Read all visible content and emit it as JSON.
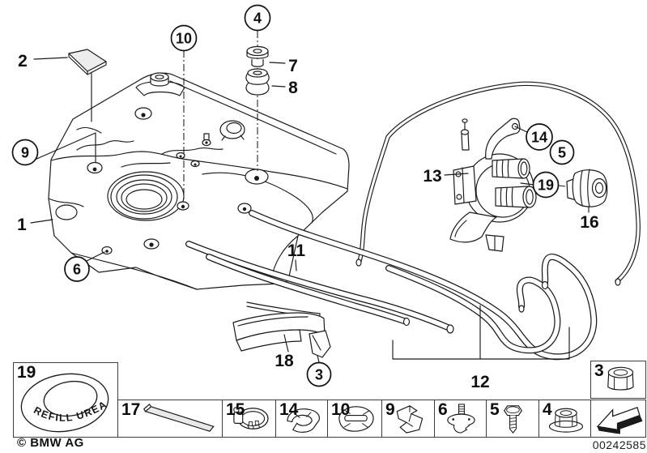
{
  "page": {
    "copyright": "© BMW AG",
    "doc_number": "00242585"
  },
  "callouts": {
    "circle_4": "4",
    "circle_10": "10",
    "circle_9": "9",
    "circle_6": "6",
    "circle_14": "14",
    "circle_5": "5",
    "circle_19": "19",
    "circle_3": "3",
    "label_1": "1",
    "label_2": "2",
    "label_7": "7",
    "label_8": "8",
    "label_11": "11",
    "label_12": "12",
    "label_13": "13",
    "label_16": "16",
    "label_18": "18"
  },
  "legend": {
    "ring_text": "REFILL UREA",
    "cells": [
      {
        "num": "19",
        "icon": "refill-urea-ring"
      },
      {
        "num": "17",
        "icon": "retaining-strap"
      },
      {
        "num": "15",
        "icon": "hose-clamp"
      },
      {
        "num": "14",
        "icon": "hose-clip"
      },
      {
        "num": "10",
        "icon": "cable-clip"
      },
      {
        "num": "9",
        "icon": "bracket-clip"
      },
      {
        "num": "6",
        "icon": "expanding-plug"
      },
      {
        "num": "5",
        "icon": "self-tapping-screw"
      },
      {
        "num": "4",
        "icon": "flange-nut"
      },
      {
        "num": "3",
        "icon": "lock-nut"
      }
    ],
    "arrow_icon": "direction-arrow"
  }
}
